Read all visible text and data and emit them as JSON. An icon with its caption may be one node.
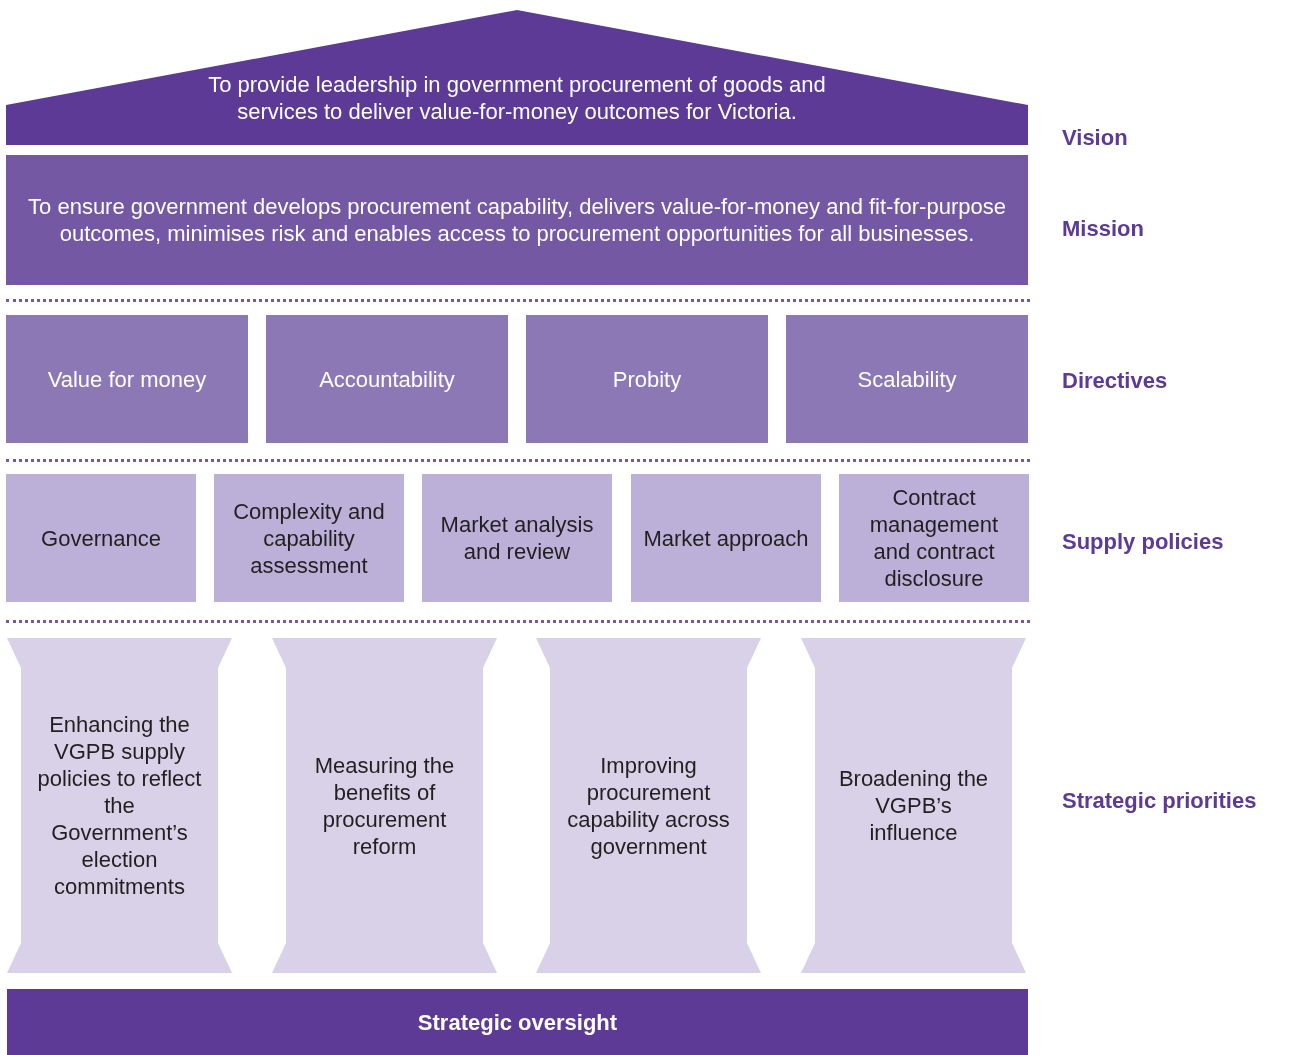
{
  "diagram": {
    "nodes": [
      {
        "text": [
          "To provide leadership in government procurement of goods and services to deliver value-for-money outcomes for Victoria."
        ]
      },
      {
        "text": [
          "To ensure government develops procurement capability, delivers value-for-money and fit-for-purpose outcomes, minimises risk and enables access to procurement opportunities for all businesses."
        ]
      },
      {
        "text": [
          "Value for money"
        ]
      },
      {
        "text": [
          "Accountability"
        ]
      },
      {
        "text": [
          "Probity"
        ]
      },
      {
        "text": [
          "Scalability"
        ]
      },
      {
        "text": [
          "Governance"
        ]
      },
      {
        "text": [
          "Complexity and capability assessment"
        ]
      },
      {
        "text": [
          "Market analysis and review"
        ]
      },
      {
        "text": [
          "Market approach"
        ]
      },
      {
        "text": [
          "Contract management and contract disclosure"
        ]
      },
      {
        "text": [
          "Enhancing the VGPB supply policies to reflect the Government’s election commitments"
        ]
      },
      {
        "text": [
          "Measuring the benefits of procurement reform"
        ]
      },
      {
        "text": [
          "Improving procurement capability across government"
        ]
      },
      {
        "text": [
          "Broadening the VGPB’s influence"
        ]
      },
      {
        "text": [
          "Strategic oversight"
        ]
      }
    ],
    "labels": [
      "Vision",
      "Mission",
      "Directives",
      "Supply policies",
      "Strategic priorities"
    ]
  }
}
